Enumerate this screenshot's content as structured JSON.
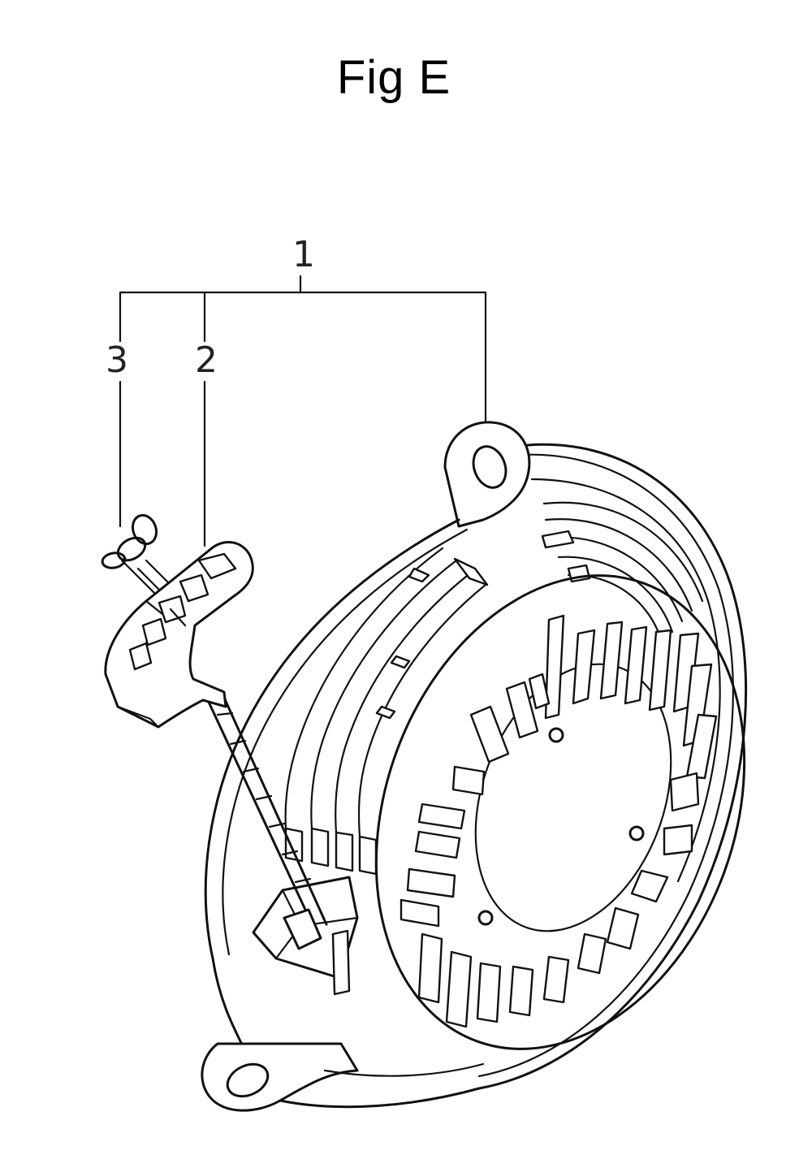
{
  "figure": {
    "title": "Fig E",
    "callouts": [
      {
        "id": "1",
        "label": "1"
      },
      {
        "id": "2",
        "label": "2"
      },
      {
        "id": "3",
        "label": "3"
      }
    ],
    "line_color": "#111111",
    "background": "#ffffff"
  }
}
